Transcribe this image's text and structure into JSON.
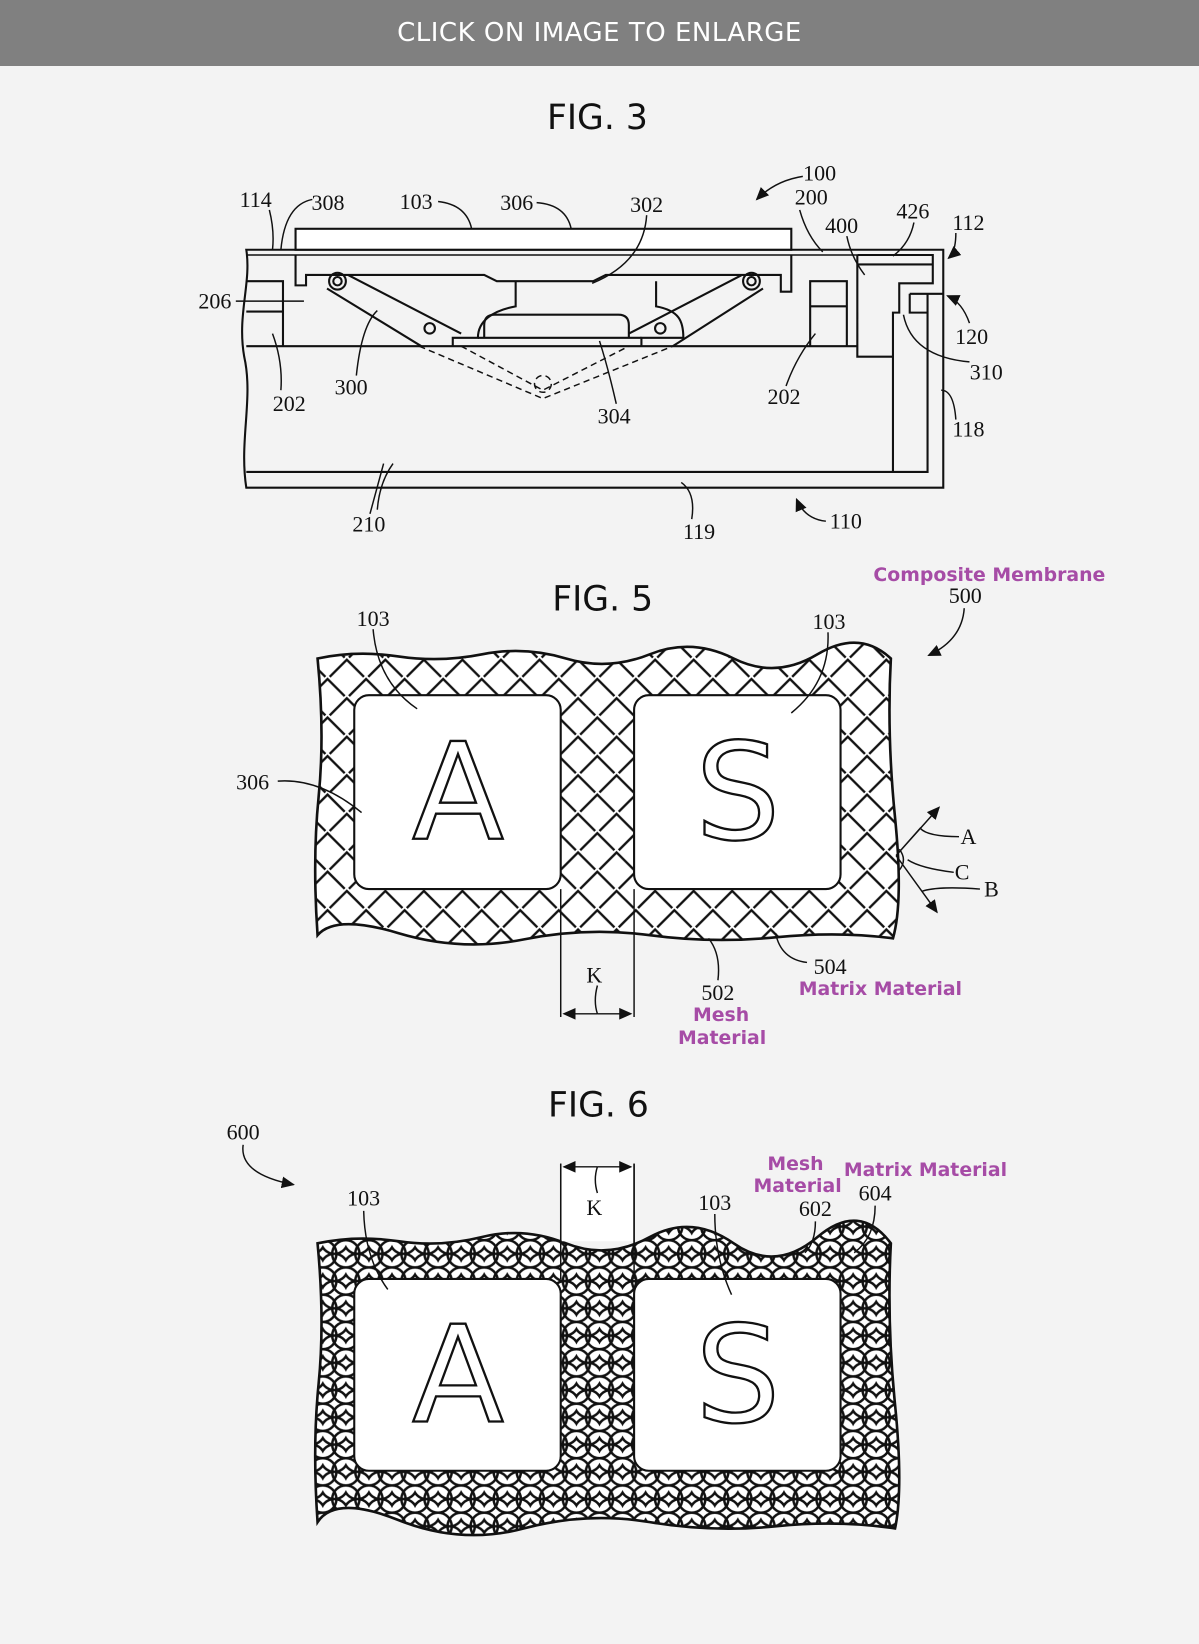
{
  "banner": {
    "label": "CLICK ON IMAGE TO ENLARGE"
  },
  "colors": {
    "banner_bg": "#808080",
    "page_bg": "#f3f3f3",
    "annotation": "#a64ca6"
  },
  "fig3": {
    "title": "FIG. 3",
    "labels": {
      "l114": "114",
      "l308": "308",
      "l103": "103",
      "l306": "306",
      "l302": "302",
      "l100": "100",
      "l200": "200",
      "l400": "400",
      "l426": "426",
      "l112": "112",
      "l206": "206",
      "l120": "120",
      "l310": "310",
      "l118": "118",
      "l202a": "202",
      "l300": "300",
      "l304": "304",
      "l202b": "202",
      "l210": "210",
      "l119": "119",
      "l110": "110"
    }
  },
  "fig5": {
    "title": "FIG. 5",
    "annotation_membrane": "Composite Membrane",
    "annotation_mesh_line1": "Mesh",
    "annotation_mesh_line2": "Material",
    "annotation_matrix": "Matrix Material",
    "keys": [
      "A",
      "S"
    ],
    "labels": {
      "l500": "500",
      "l103a": "103",
      "l103b": "103",
      "l306": "306",
      "lA": "A",
      "lC": "C",
      "lB": "B",
      "lK": "K",
      "l502": "502",
      "l504": "504"
    }
  },
  "fig6": {
    "title": "FIG. 6",
    "annotation_mesh_line1": "Mesh",
    "annotation_mesh_line2": "Material",
    "annotation_matrix": "Matrix Material",
    "keys": [
      "A",
      "S"
    ],
    "labels": {
      "l600": "600",
      "l103a": "103",
      "l103b": "103",
      "lK": "K",
      "l602": "602",
      "l604": "604"
    }
  }
}
